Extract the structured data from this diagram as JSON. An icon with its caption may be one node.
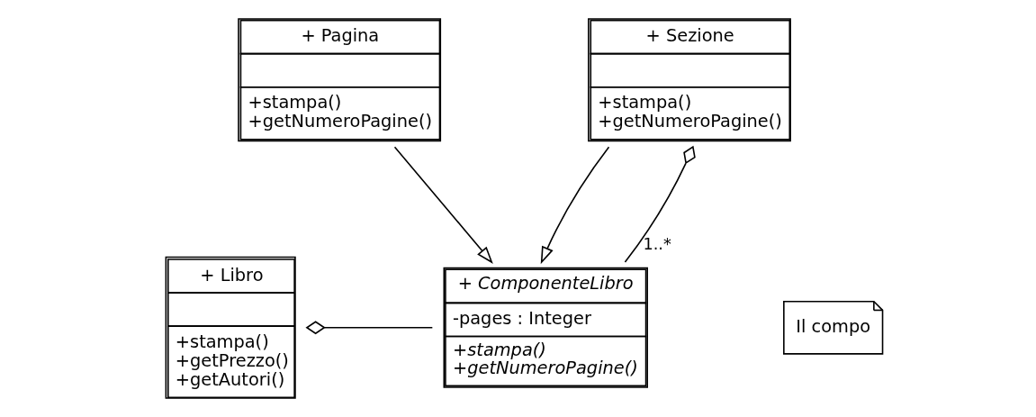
{
  "diagram": {
    "nodes": [
      {
        "text": [
          "+ Libro",
          "+stampa()",
          "+getPrezzo()",
          "+getAutori()"
        ]
      },
      {
        "text": [
          "+ ComponenteLibro",
          "-pages : Integer",
          "+stampa()",
          "+getNumeroPagine()"
        ]
      },
      {
        "text": [
          "+ Pagina",
          "+stampa()",
          "+getNumeroPagine()"
        ]
      },
      {
        "text": [
          "+ Sezione",
          "+stampa()",
          "+getNumeroPagine()"
        ]
      },
      {
        "text": [
          "Il compo"
        ]
      }
    ],
    "edges": [
      {
        "from": 0,
        "to": 1,
        "arrow": "other"
      },
      {
        "from": 2,
        "to": 1,
        "arrow": "to"
      },
      {
        "from": 3,
        "to": 1,
        "arrow": "to"
      },
      {
        "from": 3,
        "to": 1,
        "arrow": "other",
        "label": "1..*"
      }
    ]
  }
}
